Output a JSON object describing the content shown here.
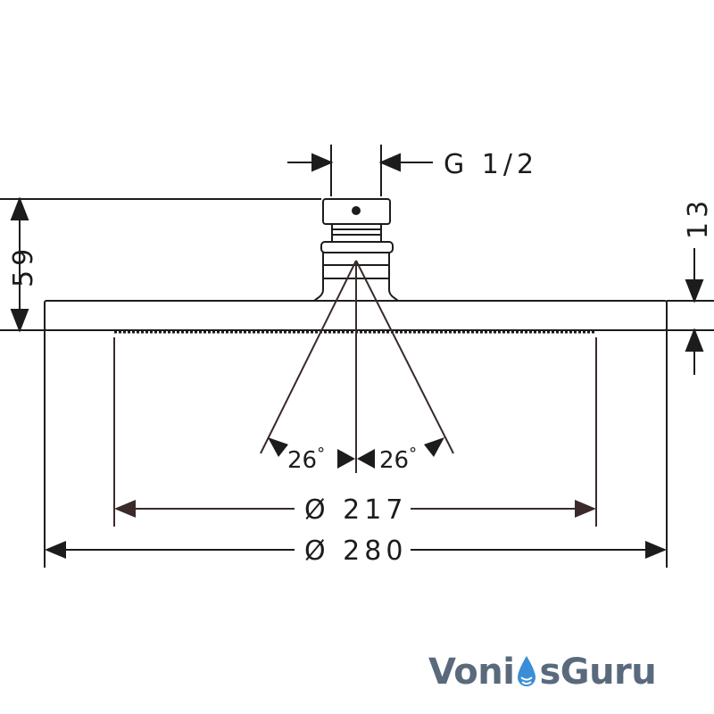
{
  "drawing": {
    "thread_label": "G 1/2",
    "height_total": "59",
    "plate_thickness": "13",
    "angle_left": "26",
    "angle_right": "26",
    "angle_unit": "°",
    "diameter_inner": "Ø 217",
    "diameter_outer": "Ø 280"
  },
  "watermark": {
    "part1": "Voni",
    "part2": "sGuru",
    "drop_icon": "water-drop-icon"
  },
  "colors": {
    "line": "#1c1c1c",
    "dim_line": "#3a2a2a",
    "logo_text": "#5a6a7d",
    "logo_drop": "#3a8ed6"
  }
}
